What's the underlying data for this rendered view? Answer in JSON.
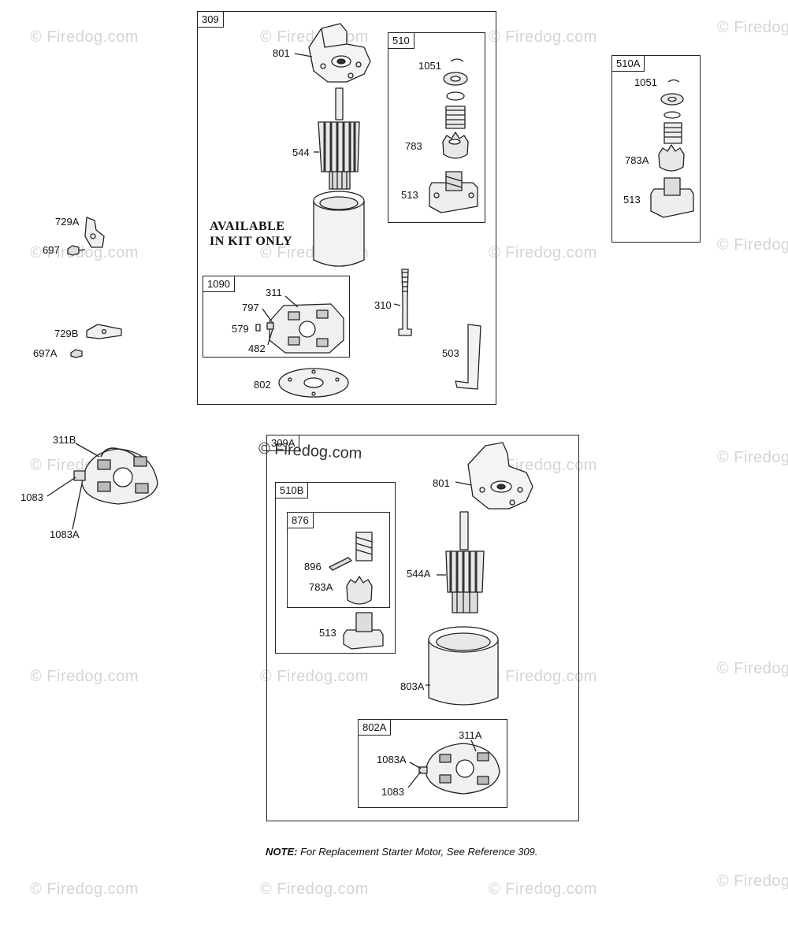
{
  "watermark": "© Firedog.com",
  "stamp": "© Firedog.com",
  "kit_note": [
    "AVAILABLE",
    "IN KIT ONLY"
  ],
  "note": {
    "prefix": "NOTE:",
    "text": "For Replacement Starter Motor, See Reference 309."
  },
  "boxes": {
    "b309": "309",
    "b510": "510",
    "b1090": "1090",
    "b510A": "510A",
    "b309A": "309A",
    "b510B": "510B",
    "b876": "876",
    "b802A": "802A"
  },
  "labels": {
    "l801": "801",
    "l544": "544",
    "l1051": "1051",
    "l783": "783",
    "l513": "513",
    "l311": "311",
    "l797": "797",
    "l579": "579",
    "l482": "482",
    "l310": "310",
    "l503": "503",
    "l802": "802",
    "l1051b": "1051",
    "l783A": "783A",
    "l513b": "513",
    "l729A": "729A",
    "l697": "697",
    "l729B": "729B",
    "l697A": "697A",
    "l311B": "311B",
    "l1083": "1083",
    "l1083A": "1083A",
    "l801b": "801",
    "l544A": "544A",
    "l896": "896",
    "l783Ab": "783A",
    "l513c": "513",
    "l803A": "803A",
    "l311A": "311A",
    "l1083Ab": "1083A",
    "l1083b": "1083"
  }
}
